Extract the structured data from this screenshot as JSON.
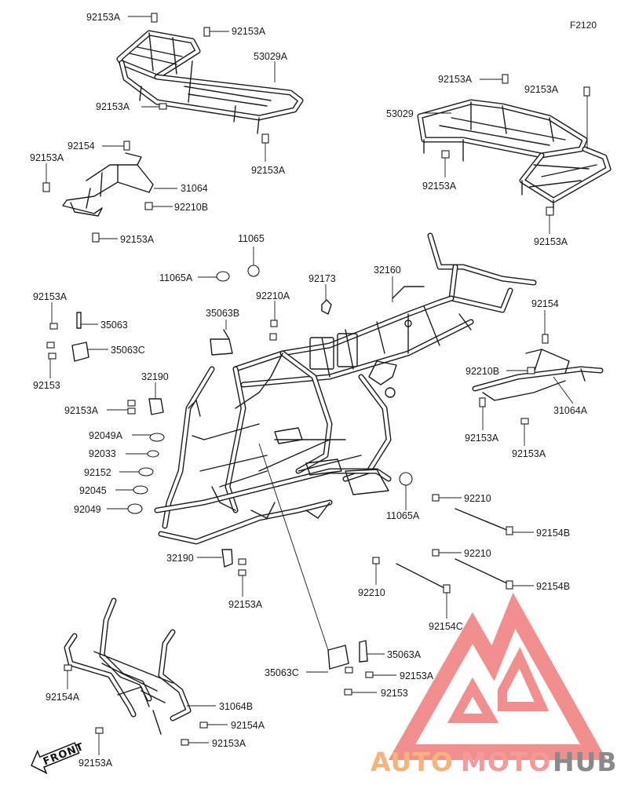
{
  "diagram_code": "F2120",
  "front_label": "FRONT",
  "watermark": {
    "part1": "AUTO",
    "part2": "MOTO",
    "part3": "HUB",
    "color_orange": "#f6b37a",
    "color_gray": "#8a8a8a",
    "color_red": "#ef7b7b"
  },
  "labels": [
    "92153A",
    "92153A",
    "53029A",
    "92153A",
    "92153A",
    "92154",
    "92153A",
    "31064",
    "92210B",
    "92153A",
    "92153A",
    "92153A",
    "53029",
    "92153A",
    "92153A",
    "11065",
    "11065A",
    "92173",
    "32160",
    "92210A",
    "35063B",
    "92153A",
    "35063",
    "35063C",
    "92153",
    "32190",
    "92153A",
    "92049A",
    "92033",
    "92152",
    "92045",
    "92049",
    "92154",
    "92210B",
    "31064A",
    "92153A",
    "92153A",
    "11065A",
    "92210",
    "92154B",
    "92210",
    "92154B",
    "92210",
    "92154C",
    "32190",
    "92153A",
    "35063A",
    "35063C",
    "92153A",
    "92153",
    "92154A",
    "31064B",
    "92154A",
    "92153A",
    "92153A"
  ]
}
